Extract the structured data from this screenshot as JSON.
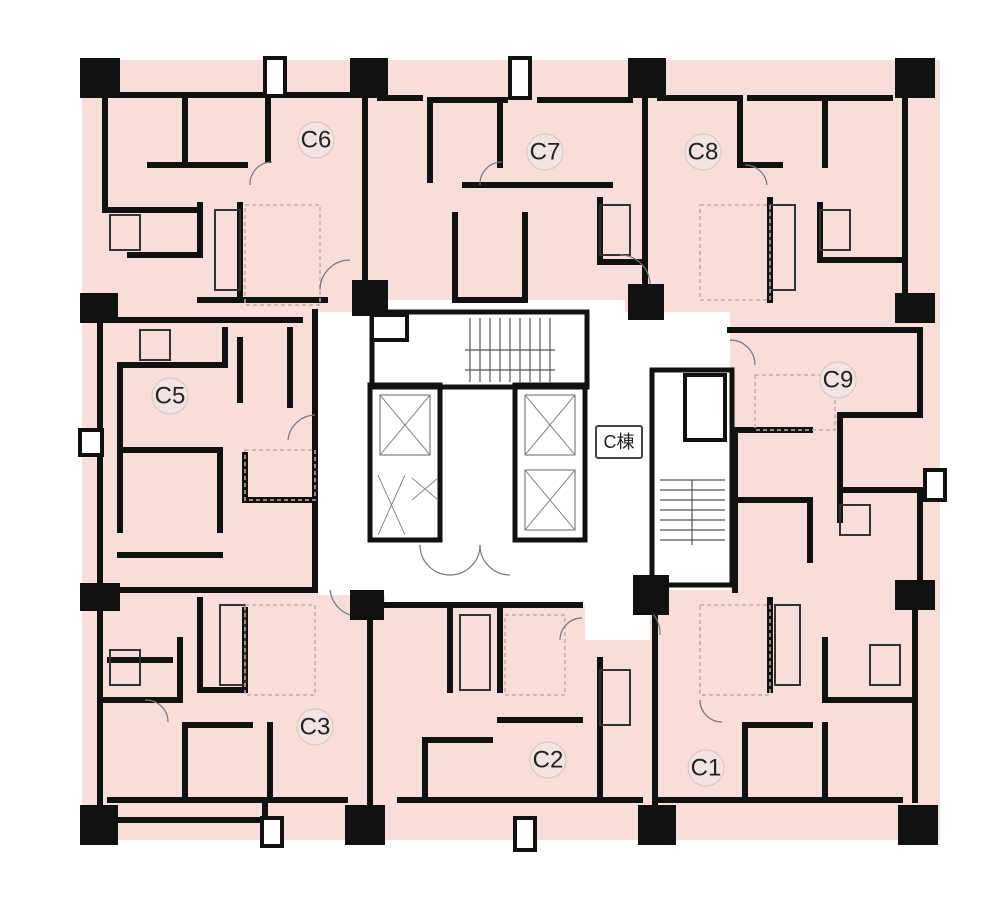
{
  "plan": {
    "building_label": "C棟",
    "units": [
      {
        "id": "C6",
        "label": "C6"
      },
      {
        "id": "C7",
        "label": "C7"
      },
      {
        "id": "C8",
        "label": "C8"
      },
      {
        "id": "C5",
        "label": "C5"
      },
      {
        "id": "C9",
        "label": "C9"
      },
      {
        "id": "C3",
        "label": "C3"
      },
      {
        "id": "C2",
        "label": "C2"
      },
      {
        "id": "C1",
        "label": "C1"
      }
    ]
  },
  "colors": {
    "unit_fill": "#f7dedb",
    "wall": "#111111",
    "core": "#ffffff"
  }
}
